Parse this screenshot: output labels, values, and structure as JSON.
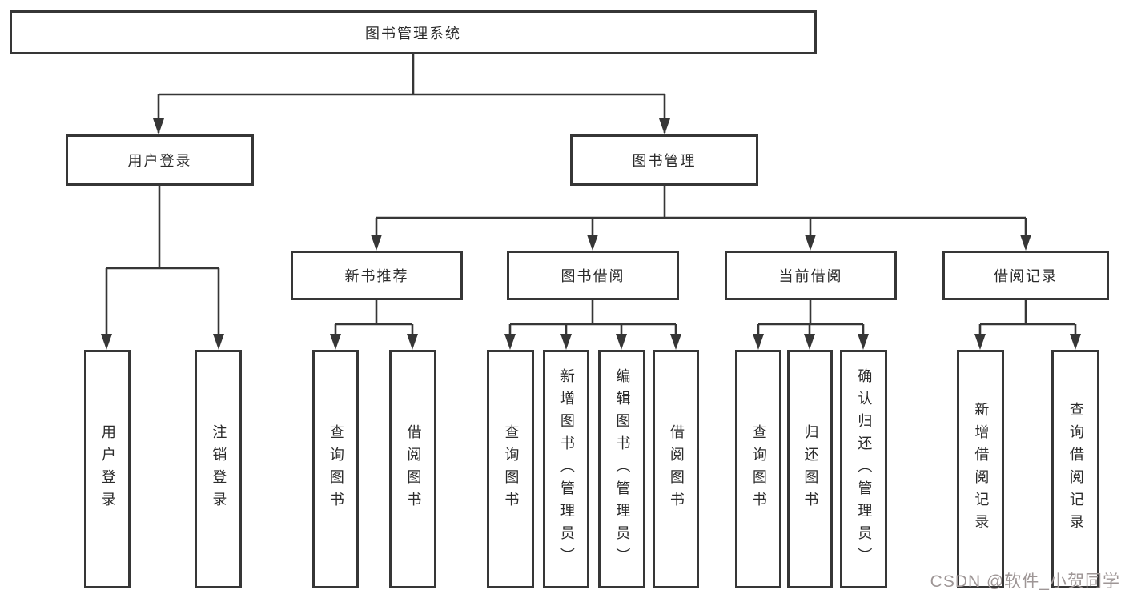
{
  "colors": {
    "line": "#363636",
    "text": "#2b2b2b",
    "background": "#ffffff",
    "watermark": "#9e9696"
  },
  "watermark": {
    "text": "CSDN @软件_小贺同学"
  },
  "tree": {
    "root": {
      "label": "图书管理系统",
      "children": [
        {
          "label": "用户登录",
          "children": [
            {
              "label": "用户登录"
            },
            {
              "label": "注销登录"
            }
          ]
        },
        {
          "label": "图书管理",
          "children": [
            {
              "label": "新书推荐",
              "children": [
                {
                  "label": "查询图书"
                },
                {
                  "label": "借阅图书"
                }
              ]
            },
            {
              "label": "图书借阅",
              "children": [
                {
                  "label": "查询图书"
                },
                {
                  "label": "新增图书（管理员）"
                },
                {
                  "label": "编辑图书（管理员）"
                },
                {
                  "label": "借阅图书"
                }
              ]
            },
            {
              "label": "当前借阅",
              "children": [
                {
                  "label": "查询图书"
                },
                {
                  "label": "归还图书"
                },
                {
                  "label": "确认归还（管理员）"
                }
              ]
            },
            {
              "label": "借阅记录",
              "children": [
                {
                  "label": "新增借阅记录"
                },
                {
                  "label": "查询借阅记录"
                }
              ]
            }
          ]
        }
      ]
    }
  }
}
